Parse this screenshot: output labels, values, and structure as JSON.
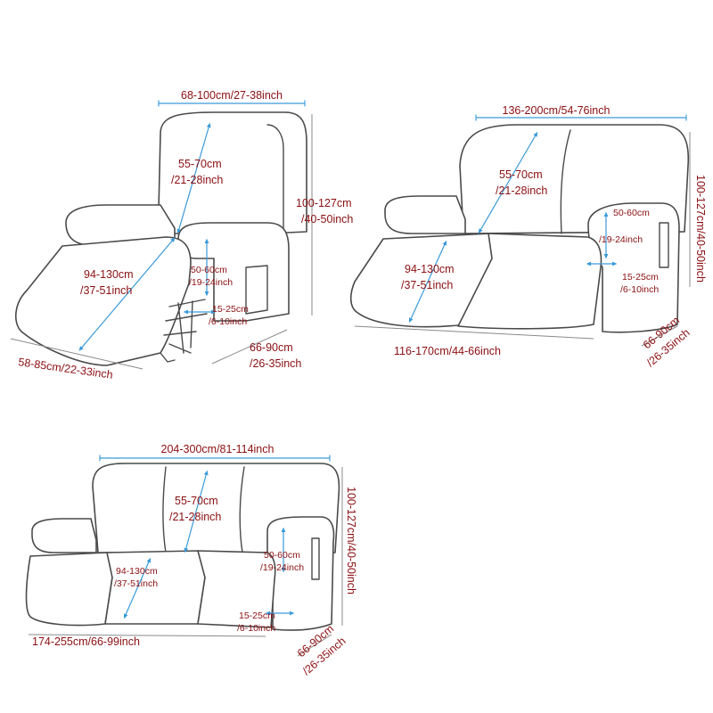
{
  "recliner_1": {
    "width": "68-100cm/27-38inch",
    "back_l1": "55-70cm",
    "back_l2": "/21-28inch",
    "height_l1": "100-127cm",
    "height_l2": "/40-50inch",
    "seat_l1": "94-130cm",
    "seat_l2": "/37-51inch",
    "arm_l1": "50-60cm",
    "arm_l2": "/19-24inch",
    "arm_w_l1": "15-25cm",
    "arm_w_l2": "/6-10inch",
    "depth_l1": "66-90cm",
    "depth_l2": "/26-35inch",
    "front": "58-85cm/22-33inch"
  },
  "recliner_2": {
    "width": "136-200cm/54-76inch",
    "back_l1": "55-70cm",
    "back_l2": "/21-28inch",
    "arm_l1": "50-60cm",
    "arm_l2": "/19-24inch",
    "height": "100-127cm/40-50inch",
    "seat_l1": "94-130cm",
    "seat_l2": "/37-51inch",
    "arm_w_l1": "15-25cm",
    "arm_w_l2": "/6-10inch",
    "front": "116-170cm/44-66inch",
    "depth_l1": "66-90cm",
    "depth_l2": "/26-35inch"
  },
  "recliner_3": {
    "width": "204-300cm/81-114inch",
    "back_l1": "55-70cm",
    "back_l2": "/21-28inch",
    "height": "100-127cm/40-50inch",
    "arm_l1": "50-60cm",
    "arm_l2": "/19-24inch",
    "seat_l1": "94-130cm",
    "seat_l2": "/37-51inch",
    "arm_w_l1": "15-25cm",
    "arm_w_l2": "/6-10inch",
    "front": "174-255cm/66-99inch",
    "depth_l1": "66-90cm",
    "depth_l2": "/26-35inch"
  },
  "colors": {
    "label": "#8b0f12",
    "dimension_line": "#3a9ad9",
    "outline": "#4a4a4a"
  }
}
